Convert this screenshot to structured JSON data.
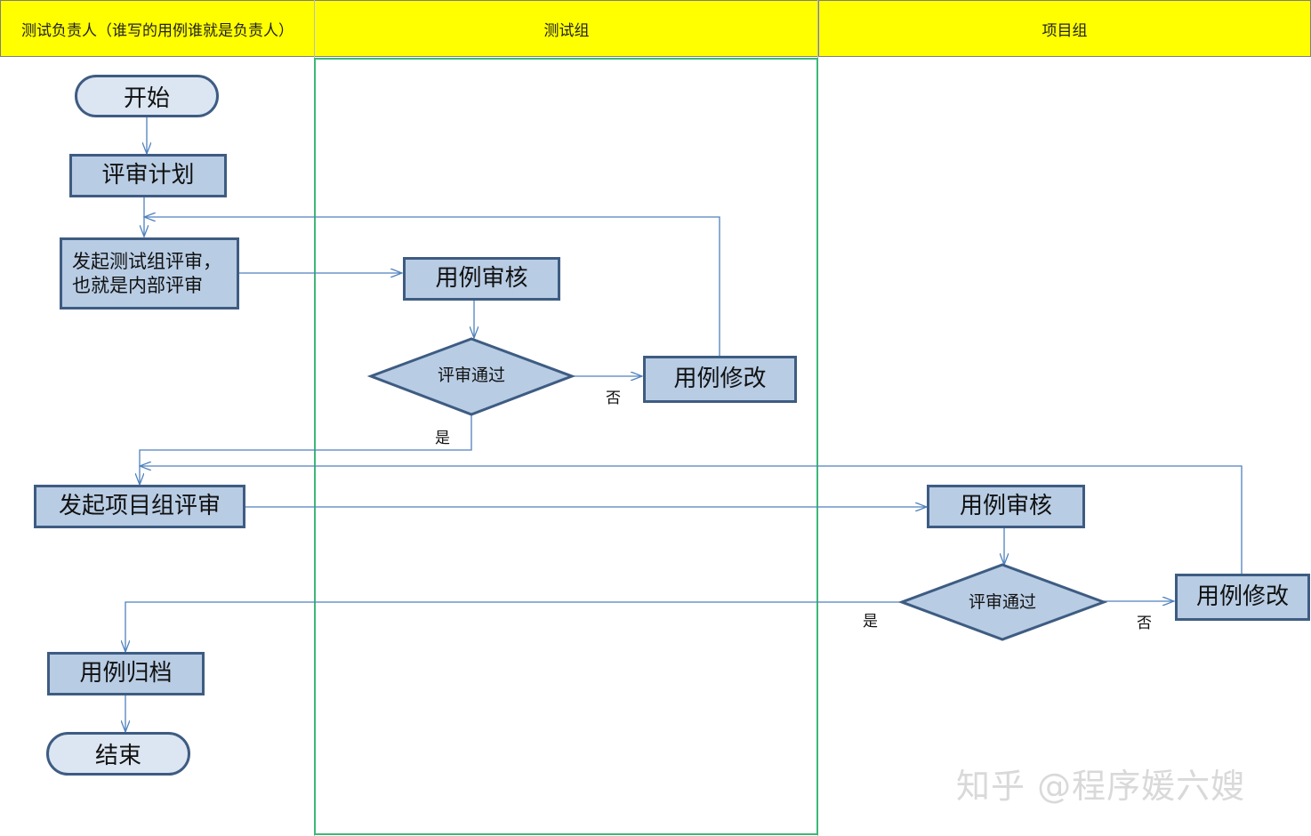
{
  "lanes": {
    "owner": "测试负责人（谁写的用例谁就是负责人）",
    "test_group": "测试组",
    "project_group": "项目组"
  },
  "nodes": {
    "start": "开始",
    "review_plan": "评审计划",
    "launch_internal_line1": "发起测试组评审，",
    "launch_internal_line2": "也就是内部评审",
    "case_review_1": "用例审核",
    "decision_1": "评审通过",
    "case_modify_1": "用例修改",
    "launch_project": "发起项目组评审",
    "case_review_2": "用例审核",
    "decision_2": "评审通过",
    "case_modify_2": "用例修改",
    "archive": "用例归档",
    "end": "结束"
  },
  "edge_labels": {
    "no_1": "否",
    "yes_1": "是",
    "yes_2": "是",
    "no_2": "否"
  },
  "colors": {
    "header_bg": "#ffff00",
    "node_fill": "#b8cce4",
    "terminal_fill": "#dce6f2",
    "node_border": "#3e5c82",
    "connector": "#4f81bd",
    "lane_highlight": "#3cb878"
  },
  "watermark": "知乎 @程序媛六嫂"
}
